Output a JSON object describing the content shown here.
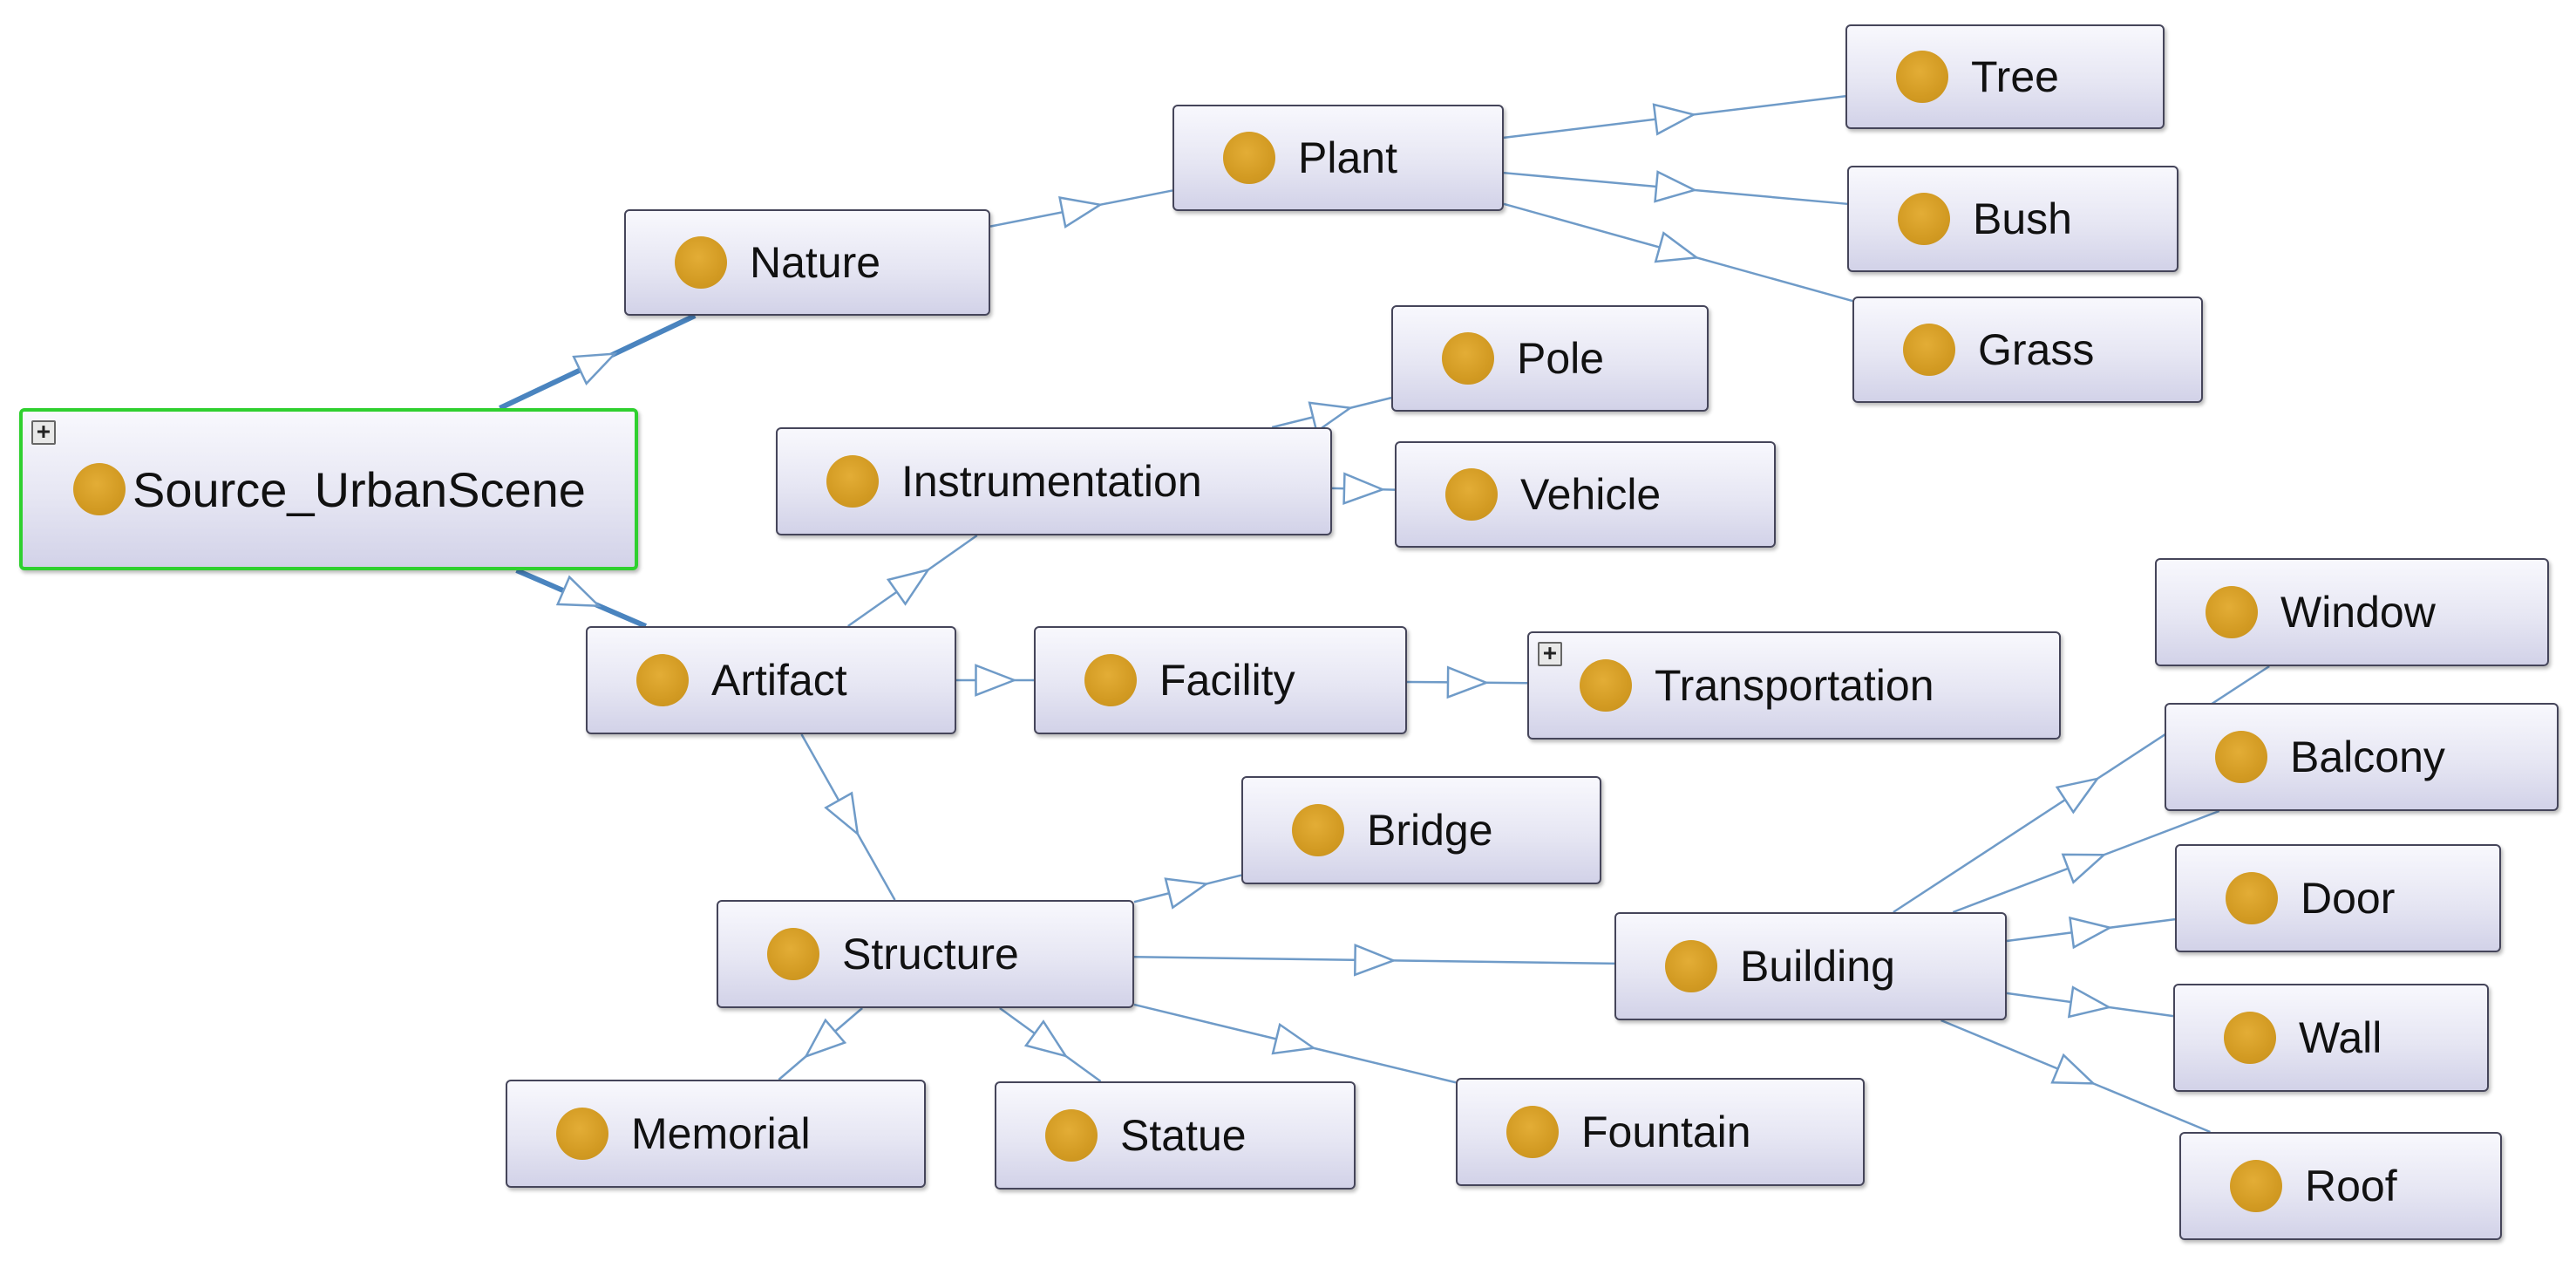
{
  "colors": {
    "edge": "#6f9bc8",
    "edge_primary": "#4a84bf",
    "selection": "#2fd02f",
    "class_dot": "#d29a22"
  },
  "icons": {
    "class": "class-dot-icon",
    "expand": "expand-plus-icon"
  },
  "nodes": {
    "source_urbanscene": "Source_UrbanScene",
    "nature": "Nature",
    "plant": "Plant",
    "tree": "Tree",
    "bush": "Bush",
    "grass": "Grass",
    "pole": "Pole",
    "instrumentation": "Instrumentation",
    "vehicle": "Vehicle",
    "artifact": "Artifact",
    "facility": "Facility",
    "transportation": "Transportation",
    "window": "Window",
    "balcony": "Balcony",
    "bridge": "Bridge",
    "door": "Door",
    "structure": "Structure",
    "building": "Building",
    "wall": "Wall",
    "memorial": "Memorial",
    "statue": "Statue",
    "fountain": "Fountain",
    "roof": "Roof"
  },
  "expand_symbol": "+",
  "edges": [
    [
      "source_urbanscene",
      "nature"
    ],
    [
      "source_urbanscene",
      "artifact"
    ],
    [
      "nature",
      "plant"
    ],
    [
      "plant",
      "tree"
    ],
    [
      "plant",
      "bush"
    ],
    [
      "plant",
      "grass"
    ],
    [
      "artifact",
      "instrumentation"
    ],
    [
      "instrumentation",
      "pole"
    ],
    [
      "instrumentation",
      "vehicle"
    ],
    [
      "artifact",
      "facility"
    ],
    [
      "facility",
      "transportation"
    ],
    [
      "artifact",
      "structure"
    ],
    [
      "structure",
      "bridge"
    ],
    [
      "structure",
      "building"
    ],
    [
      "structure",
      "memorial"
    ],
    [
      "structure",
      "statue"
    ],
    [
      "structure",
      "fountain"
    ],
    [
      "building",
      "window"
    ],
    [
      "building",
      "balcony"
    ],
    [
      "building",
      "door"
    ],
    [
      "building",
      "wall"
    ],
    [
      "building",
      "roof"
    ]
  ]
}
